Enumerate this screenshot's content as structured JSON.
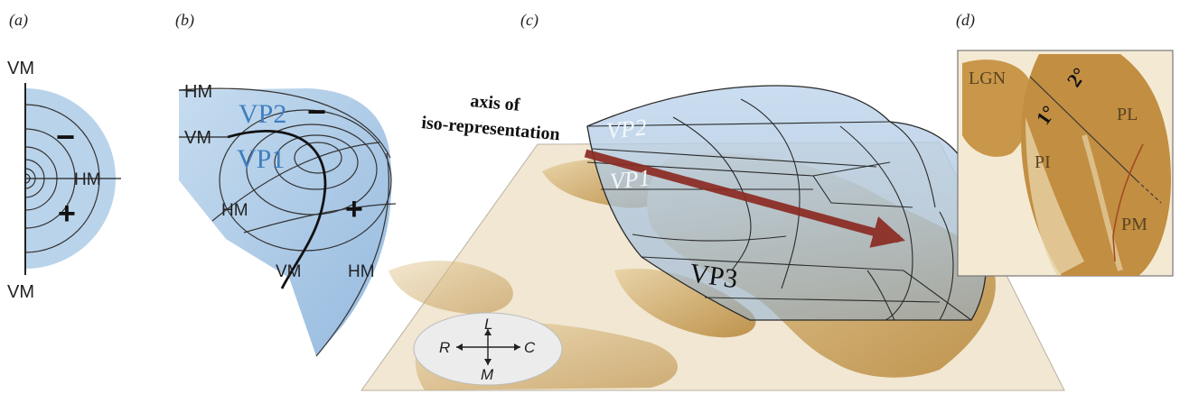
{
  "panels": {
    "a": {
      "label": "(a)",
      "vm_top": "VM",
      "vm_bottom": "VM",
      "hm": "HM",
      "minus": "−",
      "plus": "+"
    },
    "b": {
      "label": "(b)",
      "hm_top": "HM",
      "vm_left": "VM",
      "vp2": "VP2",
      "vp1": "VP1",
      "minus": "−",
      "hm_mid": "HM",
      "plus": "+",
      "vm_bottom": "VM",
      "hm_bottom": "HM"
    },
    "c": {
      "label": "(c)",
      "axis_line1": "axis of",
      "axis_line2": "iso-representation",
      "vp2": "VP2",
      "vp1": "VP1",
      "vp3": "VP3",
      "compass": {
        "top": "L",
        "bottom": "M",
        "left": "R",
        "right": "C"
      }
    },
    "d": {
      "label": "(d)",
      "lgn": "LGN",
      "primary": "1°",
      "secondary": "2°",
      "pl": "PL",
      "pi": "PI",
      "pm": "PM"
    }
  },
  "colors": {
    "field_blue": "#b9d3ea",
    "field_blue_dark": "#9fbfe2",
    "label_blue": "#3f7fc0",
    "tissue": "#c89a4a",
    "axis_arrow": "#8b2a22"
  }
}
